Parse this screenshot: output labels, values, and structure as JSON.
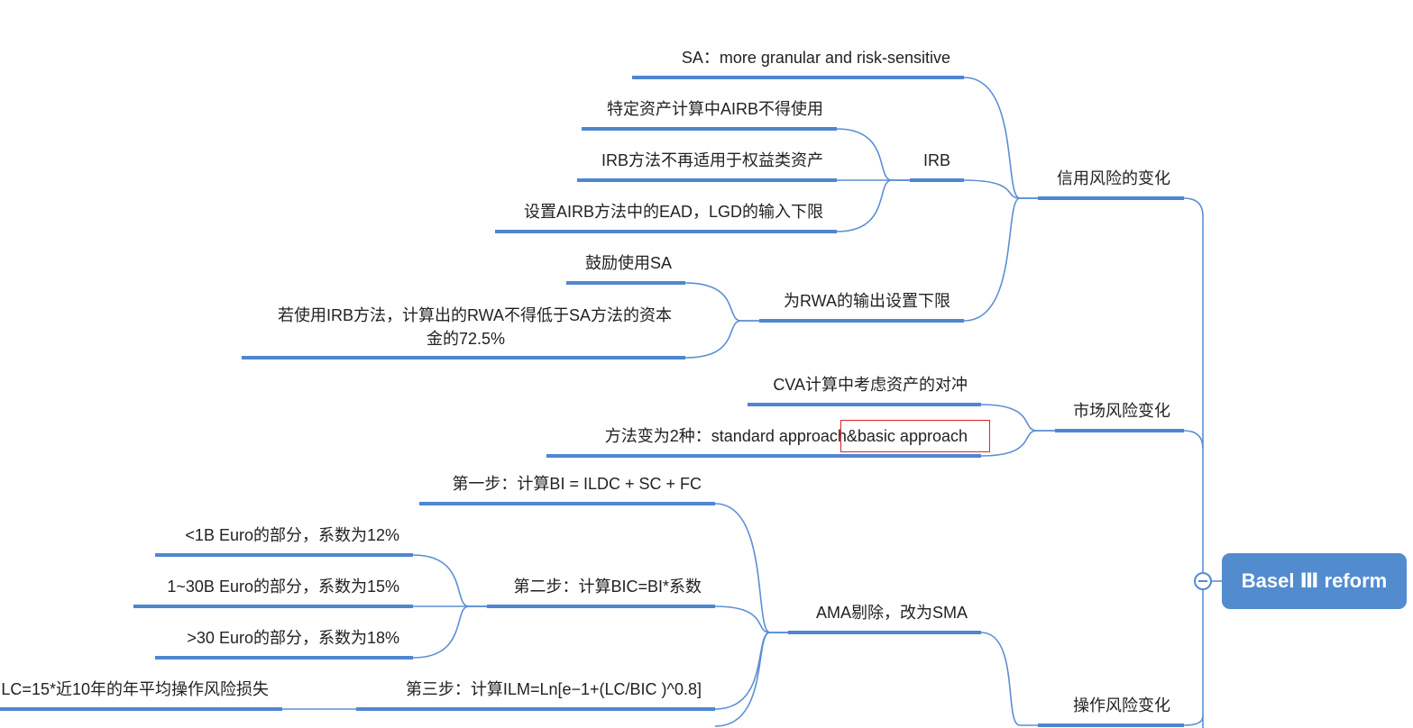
{
  "root": {
    "label": "Basel Ⅲ reform"
  },
  "credit": {
    "label": "信用风险的变化",
    "sa": "SA：more granular and risk-sensitive",
    "irb": {
      "label": "IRB",
      "items": [
        "特定资产计算中AIRB不得使用",
        "IRB方法不再适用于权益类资产",
        "设置AIRB方法中的EAD，LGD的输入下限"
      ]
    },
    "rwa": {
      "label": "为RWA的输出设置下限",
      "items": [
        "鼓励使用SA",
        "若使用IRB方法，计算出的RWA不得低于SA方法的资本",
        "金的72.5%"
      ]
    }
  },
  "market": {
    "label": "市场风险变化",
    "items": [
      "CVA计算中考虑资产的对冲",
      "方法变为2种：standard approach&basic approach"
    ]
  },
  "operational": {
    "label": "操作风险变化",
    "ama": {
      "label": "AMA剔除，改为SMA",
      "step1": "第一步：计算BI = ILDC + SC + FC",
      "step2": {
        "label": "第二步：计算BIC=BI*系数",
        "items": [
          "<1B Euro的部分，系数为12%",
          "1~30B Euro的部分，系数为15%",
          ">30 Euro的部分，系数为18%"
        ]
      },
      "step3": {
        "label": "第三步：计算ILM=Ln[e−1+(LC/BIC )^0.8]",
        "items": [
          "LC=15*近10年的年平均操作风险损失"
        ]
      }
    }
  },
  "colors": {
    "accent": "#4f86d0",
    "root": "#528ccf",
    "highlight": "#e0242a"
  }
}
